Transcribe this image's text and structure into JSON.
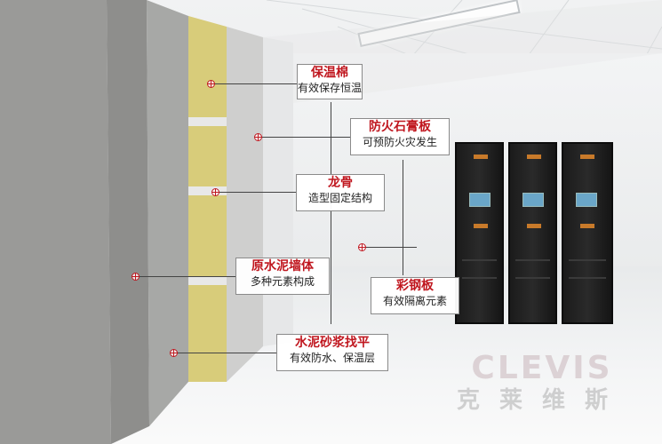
{
  "callouts": [
    {
      "title": "保温棉",
      "subtitle": "有效保存恒温"
    },
    {
      "title": "防火石膏板",
      "subtitle": "可预防火灾发生"
    },
    {
      "title": "龙骨",
      "subtitle": "造型固定结构"
    },
    {
      "title": "原水泥墙体",
      "subtitle": "多种元素构成"
    },
    {
      "title": "彩钢板",
      "subtitle": "有效隔离元素"
    },
    {
      "title": "水泥砂浆找平",
      "subtitle": "有效防水、保温层"
    }
  ],
  "watermark": {
    "brand_en": "CLEVIS",
    "brand_cn": "克莱维斯"
  },
  "colors": {
    "callout_title": "#c0171f",
    "insulation": "#d8cc7a",
    "cabinet": "#1b1b1b"
  }
}
